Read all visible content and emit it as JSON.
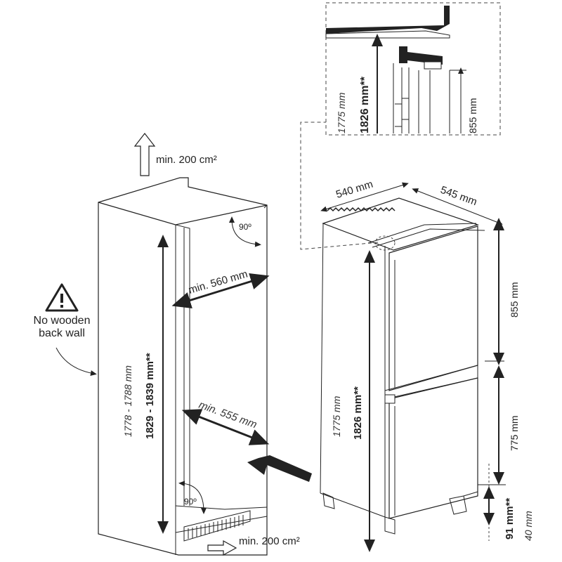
{
  "vent_top_label": "min. 200 cm²",
  "vent_bottom_label": "min. 200 cm²",
  "warning": {
    "line1": "No wooden",
    "line2": "back wall",
    "icon": "warning-triangle-icon"
  },
  "niche": {
    "angle_top": "90º",
    "angle_bottom": "90º",
    "width_top": "min. 560 mm",
    "width_bottom": "min. 555 mm",
    "height_range_a": "1778 - 1788 mm",
    "height_range_b": "1829 - 1839 mm**"
  },
  "appliance": {
    "width": "540 mm",
    "depth": "545 mm",
    "height_a": "1775 mm",
    "height_b": "1826 mm**",
    "upper_door": "855 mm",
    "lower_door": "775 mm",
    "base_a": "91 mm**",
    "base_b": "40 mm"
  },
  "detail": {
    "height_a": "1775 mm",
    "height_b": "1826 mm**",
    "upper_door": "855 mm"
  }
}
